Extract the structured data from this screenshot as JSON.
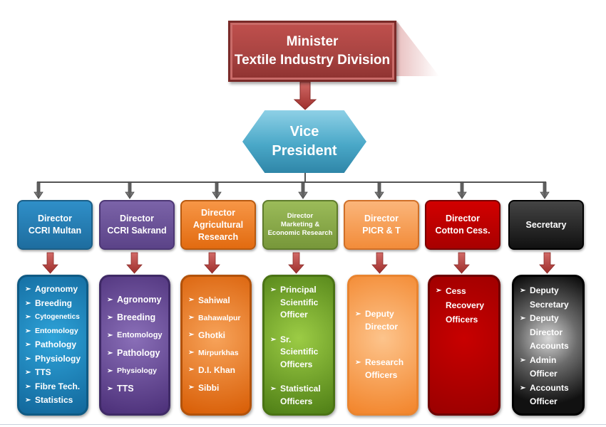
{
  "minister": {
    "line1": "Minister",
    "line2": "Textile Industry Division"
  },
  "vice_president": {
    "line1": "Vice",
    "line2": "President"
  },
  "directors": [
    {
      "line1": "Director",
      "line2": "CCRI Multan",
      "line3": ""
    },
    {
      "line1": "Director",
      "line2": "CCRI Sakrand",
      "line3": ""
    },
    {
      "line1": "Director",
      "line2": "Agricultural",
      "line3": "Research"
    },
    {
      "line1": "Director",
      "line2": "Marketing &",
      "line3": "Economic Research"
    },
    {
      "line1": "Director",
      "line2": "PICR & T",
      "line3": ""
    },
    {
      "line1": "Director",
      "line2": "Cotton Cess.",
      "line3": ""
    },
    {
      "line1": "Secretary",
      "line2": "",
      "line3": ""
    }
  ],
  "duties": [
    {
      "items": [
        "Agronomy",
        "Breeding",
        "Cytogenetics",
        "Entomology",
        "Pathology",
        "Physiology",
        "TTS",
        "Fibre Tech.",
        "Statistics"
      ]
    },
    {
      "items": [
        "Agronomy",
        "Breeding",
        "Entomology",
        "Pathology",
        "Physiology",
        "TTS"
      ]
    },
    {
      "items": [
        "Sahiwal",
        "Bahawalpur",
        "Ghotki",
        "Mirpurkhas",
        "D.I. Khan",
        "Sibbi"
      ]
    },
    {
      "items": [
        "Principal Scientific Officer",
        "Sr. Scientific Officers",
        "Statistical Officers"
      ]
    },
    {
      "items": [
        "Deputy Director",
        "Research Officers"
      ]
    },
    {
      "items": [
        "Cess Recovery Officers"
      ]
    },
    {
      "items": [
        "Deputy Secretary",
        "Deputy Director Accounts",
        "Admin Officer",
        "Accounts Officer"
      ]
    }
  ],
  "colors": {
    "minister": "#a94442",
    "vice_president": "#4aa8c8",
    "ccri_multan": "#2f8fc8",
    "ccri_sakrand": "#7b63a8",
    "agricultural_research": "#f79646",
    "marketing_research": "#9bbb59",
    "picr_t": "#fbb57a",
    "cotton_cess": "#c00000",
    "secretary": "#222222",
    "arrow": "#c0504d",
    "connector": "#555555"
  }
}
